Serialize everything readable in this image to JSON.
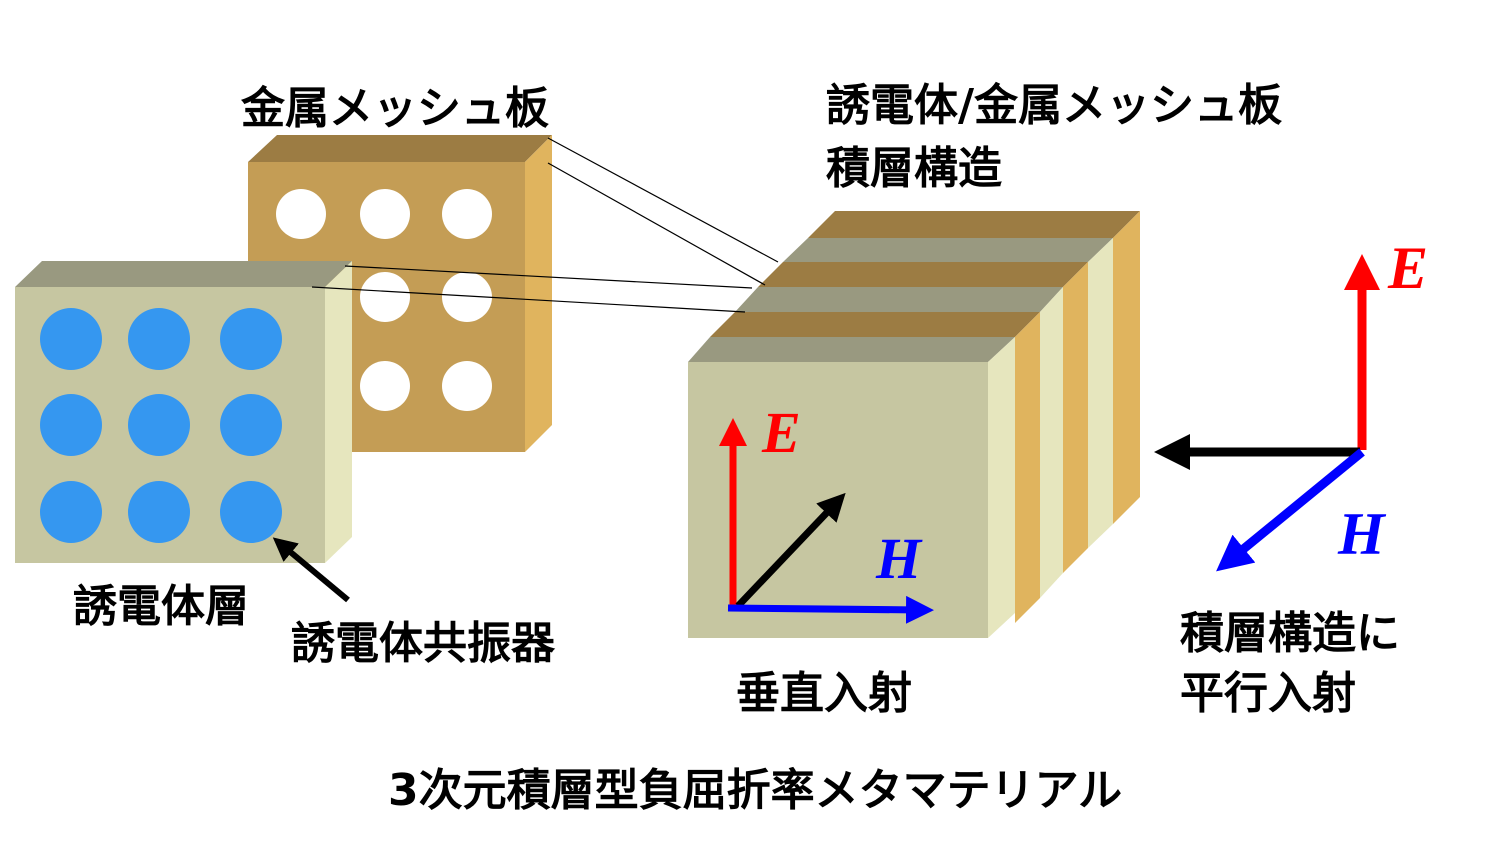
{
  "labels": {
    "metal_mesh_plate": "金属メッシュ板",
    "stack_title_line1": "誘電体/金属メッシュ板",
    "stack_title_line2": "積層構造",
    "dielectric_layer": "誘電体層",
    "dielectric_resonator": "誘電体共振器",
    "normal_incidence": "垂直入射",
    "parallel_incidence_line1": "積層構造に",
    "parallel_incidence_line2": "平行入射",
    "caption": "3次元積層型負屈折率メタマテリアル"
  },
  "vectors": {
    "e_label": "E",
    "h_label": "H"
  },
  "colors": {
    "metal_front": "#C49D55",
    "metal_top": "#9C7C43",
    "metal_side": "#E0B45E",
    "dielectric_front": "#C6C6A1",
    "dielectric_top": "#999980",
    "dielectric_side": "#E6E6BE",
    "resonator": "#3597F0",
    "hole": "#FFFFFF",
    "e_field": "#FF0000",
    "h_field": "#0000FF",
    "propagation": "#000000"
  }
}
